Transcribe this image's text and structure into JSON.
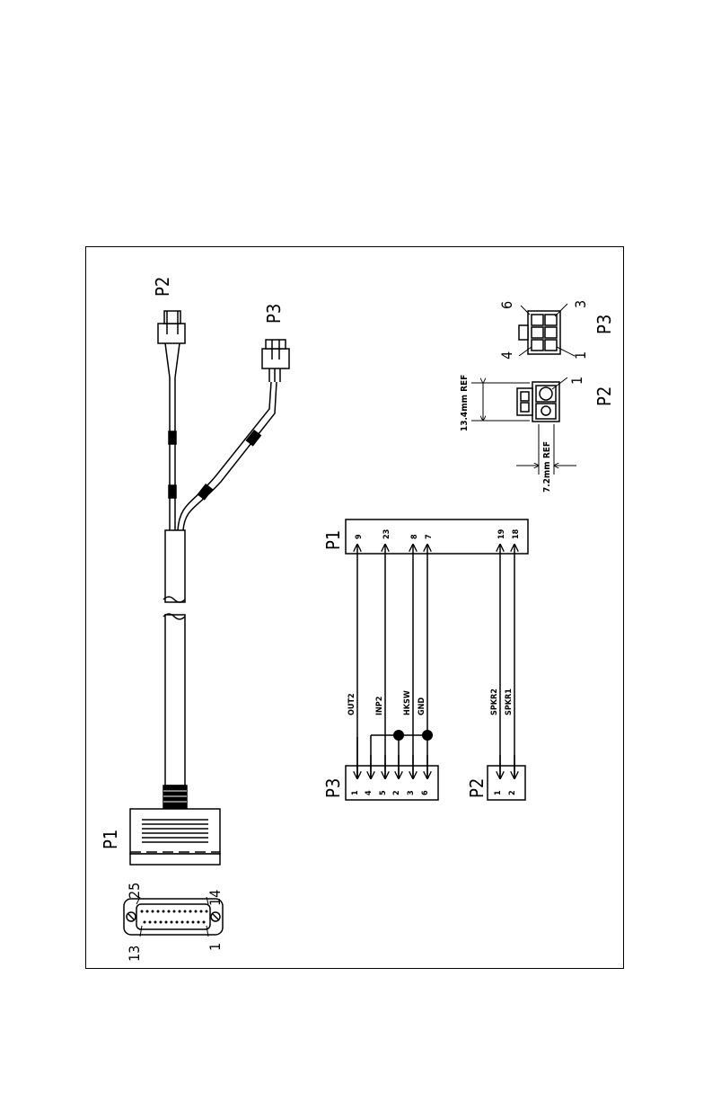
{
  "connectors": {
    "p1": "P1",
    "p2": "P2",
    "p3": "P3"
  },
  "db25_pins": {
    "top_left": "25",
    "top_right": "14",
    "bottom_left": "13",
    "bottom_right": "1"
  },
  "p3_face_pins": [
    "6",
    "3",
    "4",
    "1"
  ],
  "p2_face_pin": "1",
  "dimensions": {
    "height": "13.4mm REF",
    "width": "7.2mm REF"
  },
  "p1_pins": [
    "9",
    "23",
    "8",
    "7",
    "19",
    "18"
  ],
  "p3_pins": [
    "1",
    "4",
    "5",
    "2",
    "3",
    "6"
  ],
  "p2_pins": [
    "1",
    "2"
  ],
  "signals": [
    "OUT2",
    "INP2",
    "HKSW",
    "GND",
    "SPKR2",
    "SPKR1"
  ]
}
